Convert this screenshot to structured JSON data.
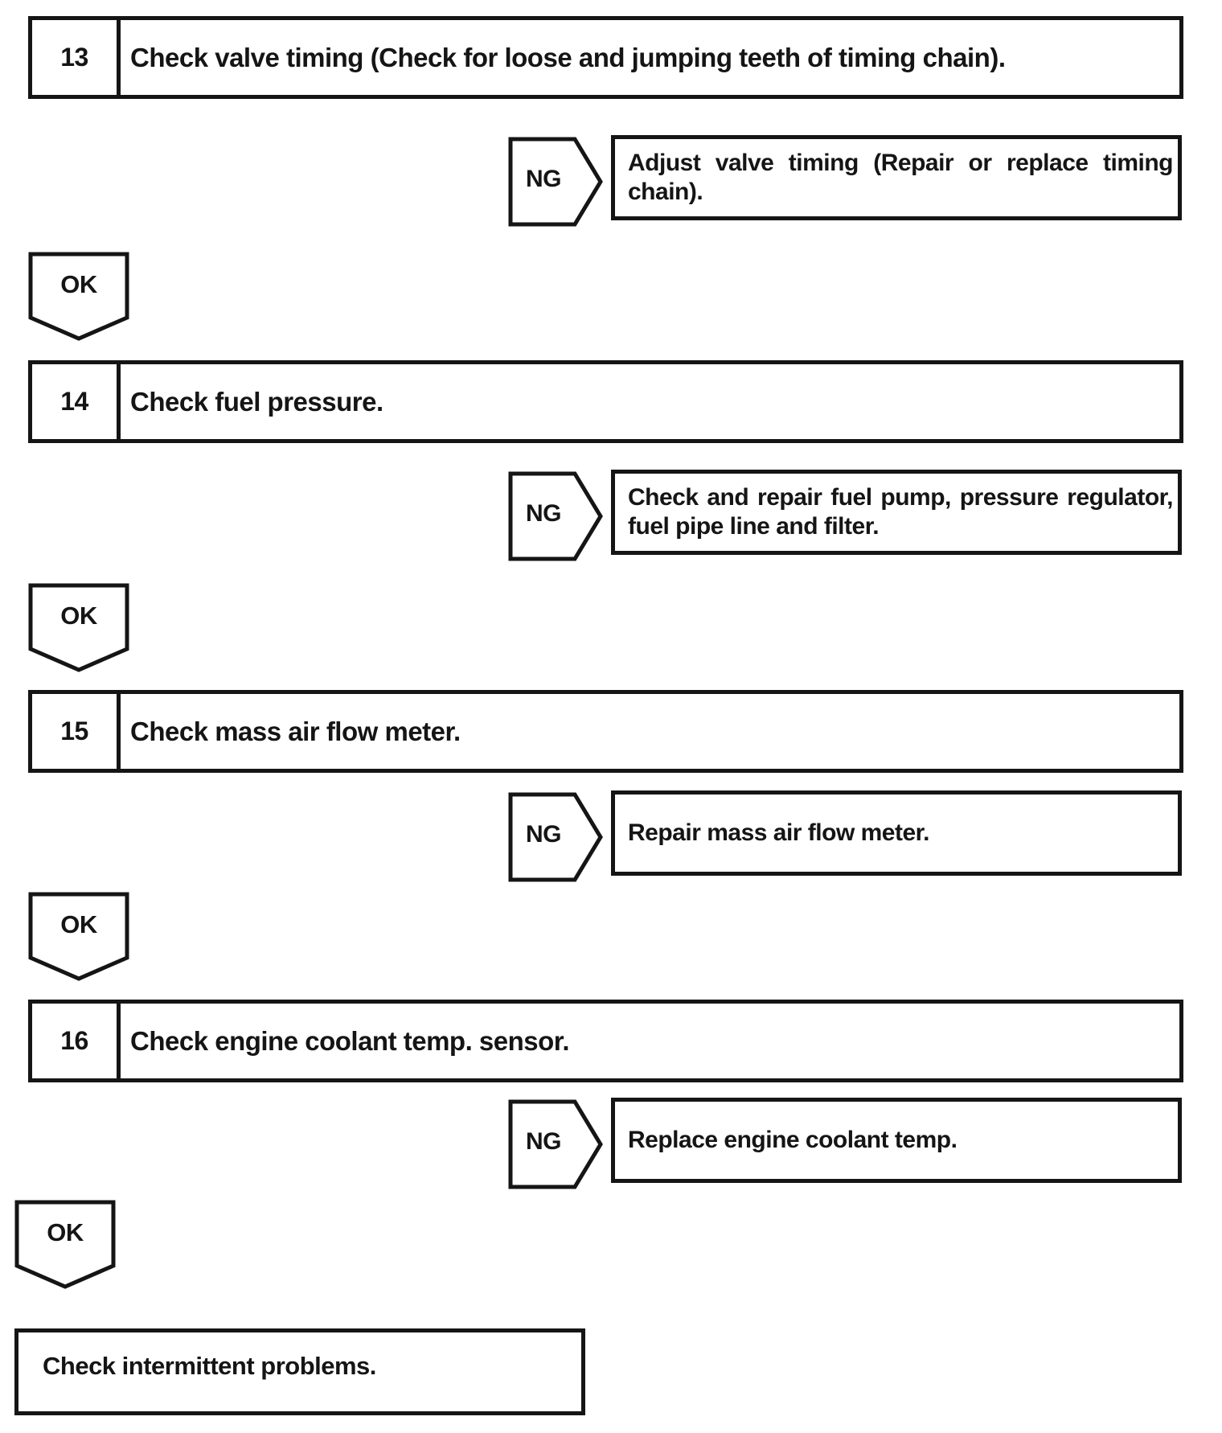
{
  "colors": {
    "ink": "#151515",
    "paper": "#ffffff"
  },
  "flow": {
    "steps": [
      {
        "number": "13",
        "label": "Check valve timing (Check for loose and jumping teeth of timing chain).",
        "ng_label": "NG",
        "ng_action": "Adjust valve timing (Repair or replace timing chain).",
        "ok_label": "OK"
      },
      {
        "number": "14",
        "label": "Check fuel pressure.",
        "ng_label": "NG",
        "ng_action": "Check and repair fuel pump, pressure regulator, fuel pipe line and filter.",
        "ok_label": "OK"
      },
      {
        "number": "15",
        "label": "Check mass air flow meter.",
        "ng_label": "NG",
        "ng_action": "Repair mass air flow meter.",
        "ok_label": "OK"
      },
      {
        "number": "16",
        "label": "Check engine coolant temp. sensor.",
        "ng_label": "NG",
        "ng_action": "Replace engine coolant temp.",
        "ok_label": "OK"
      }
    ],
    "terminal": {
      "label": "Check intermittent problems."
    }
  }
}
